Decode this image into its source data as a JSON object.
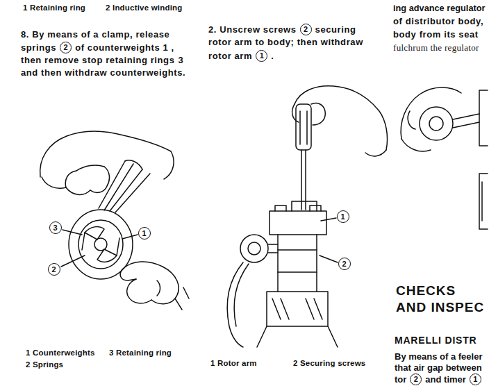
{
  "diagram": {
    "labels": [
      "1 Retaining ring",
      "2 Inductive winding",
      "8. By means of a clamp, release",
      "springs",
      "2",
      "of counterweights 1 ,",
      "then remove stop retaining rings",
      "3",
      "and then withdraw counterweights.",
      "2. Unscrew screws",
      "2",
      "securing",
      "rotor arm to body; then withdraw",
      "rotor arm",
      "1",
      ".",
      "ing advance regulator",
      "of distributor body,",
      "body from its seat",
      "fulchrum the regulator",
      "3",
      "1",
      "2",
      "1",
      "2",
      "1 Counterweights",
      "3 Retaining ring",
      "2 Springs",
      "1 Rotor arm",
      "2 Securing screws",
      "CHECKS",
      "AND INSPEC",
      "MARELLI DISTR",
      "By means of a feeler",
      "that air gap between",
      "tor",
      "2",
      "and timer",
      "1"
    ]
  }
}
